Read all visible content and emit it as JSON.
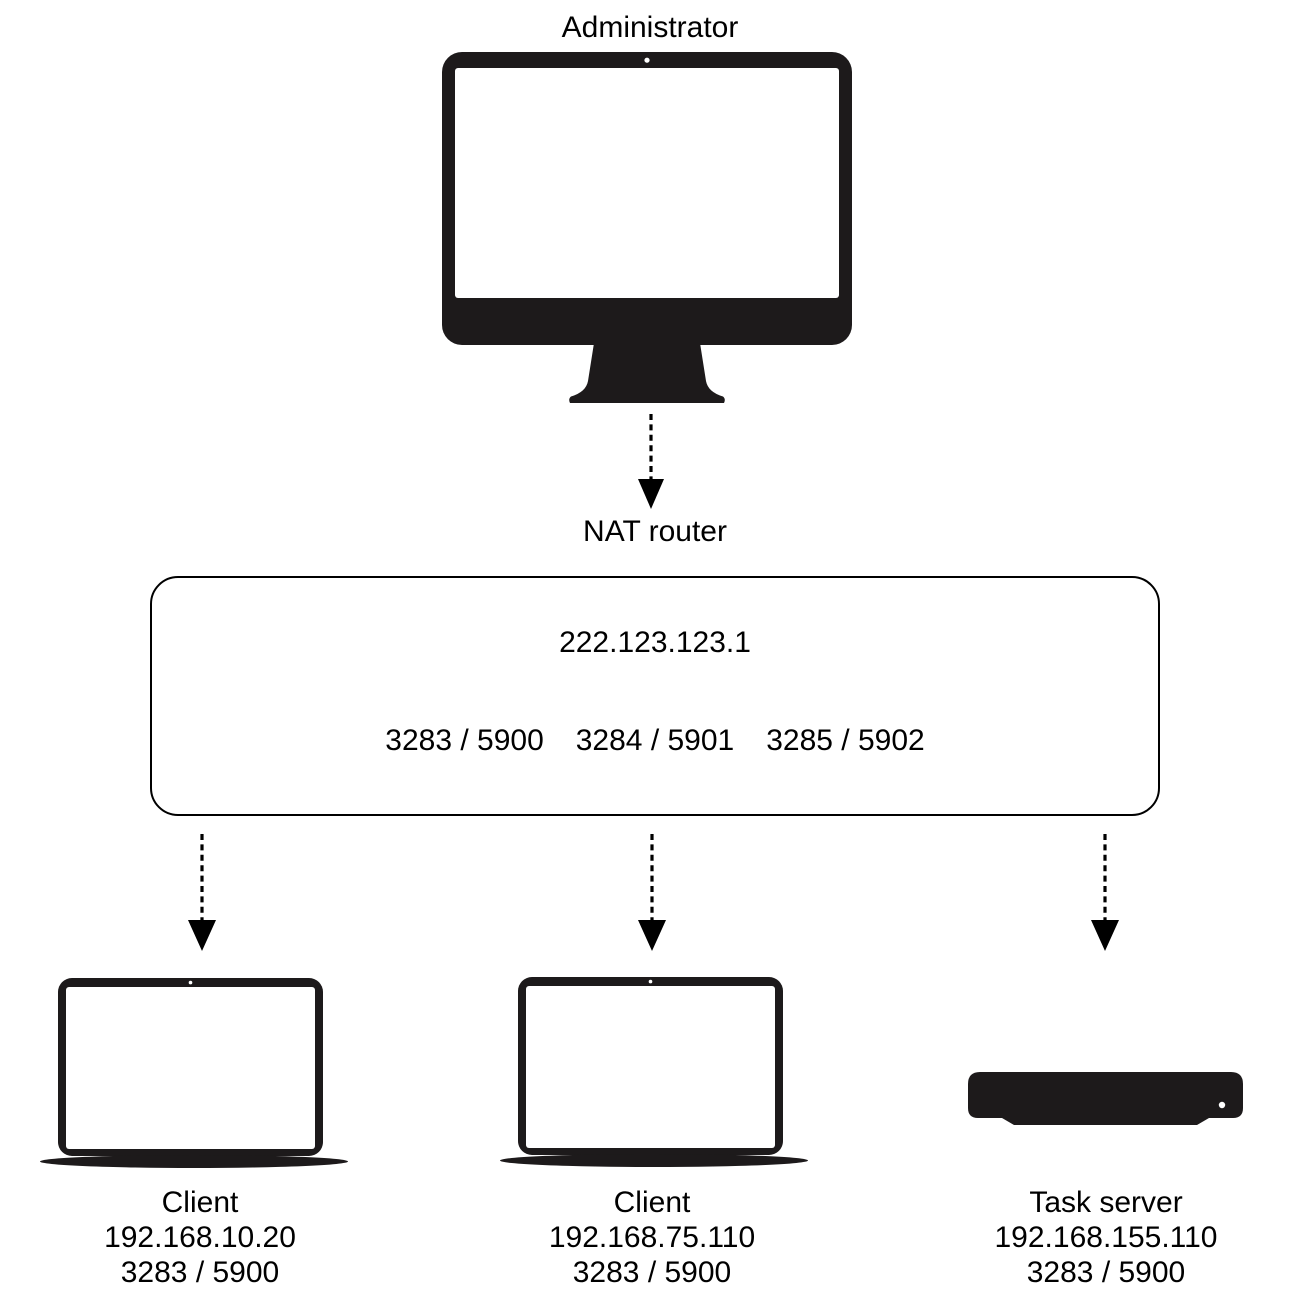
{
  "diagram_title": "Administrator",
  "nodes": {
    "administrator": {
      "label": "Administrator",
      "icon": "desktop-computer-icon"
    },
    "nat_router": {
      "label": "NAT router",
      "public_ip": "222.123.123.1",
      "port_mappings": [
        "3283 / 5900",
        "3284 / 5901",
        "3285 / 5902"
      ]
    },
    "client1": {
      "label": "Client",
      "ip": "192.168.10.20",
      "ports": "3283 / 5900",
      "icon": "laptop-icon"
    },
    "client2": {
      "label": "Client",
      "ip": "192.168.75.110",
      "ports": "3283 / 5900",
      "icon": "laptop-icon"
    },
    "task_server": {
      "label": "Task server",
      "ip": "192.168.155.110",
      "ports": "3283 / 5900",
      "icon": "server-box-icon"
    }
  },
  "colors": {
    "background": "#ffffff",
    "icon": "#1d1a1b",
    "text": "#000000",
    "line": "#000000",
    "border": "#000000"
  }
}
